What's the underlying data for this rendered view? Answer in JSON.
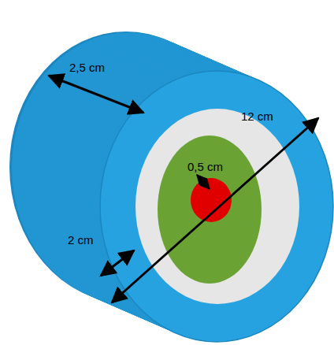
{
  "diagram": {
    "labels": [
      "2,5 cm",
      "12 cm",
      "0,5 cm",
      "2 cm"
    ]
  }
}
